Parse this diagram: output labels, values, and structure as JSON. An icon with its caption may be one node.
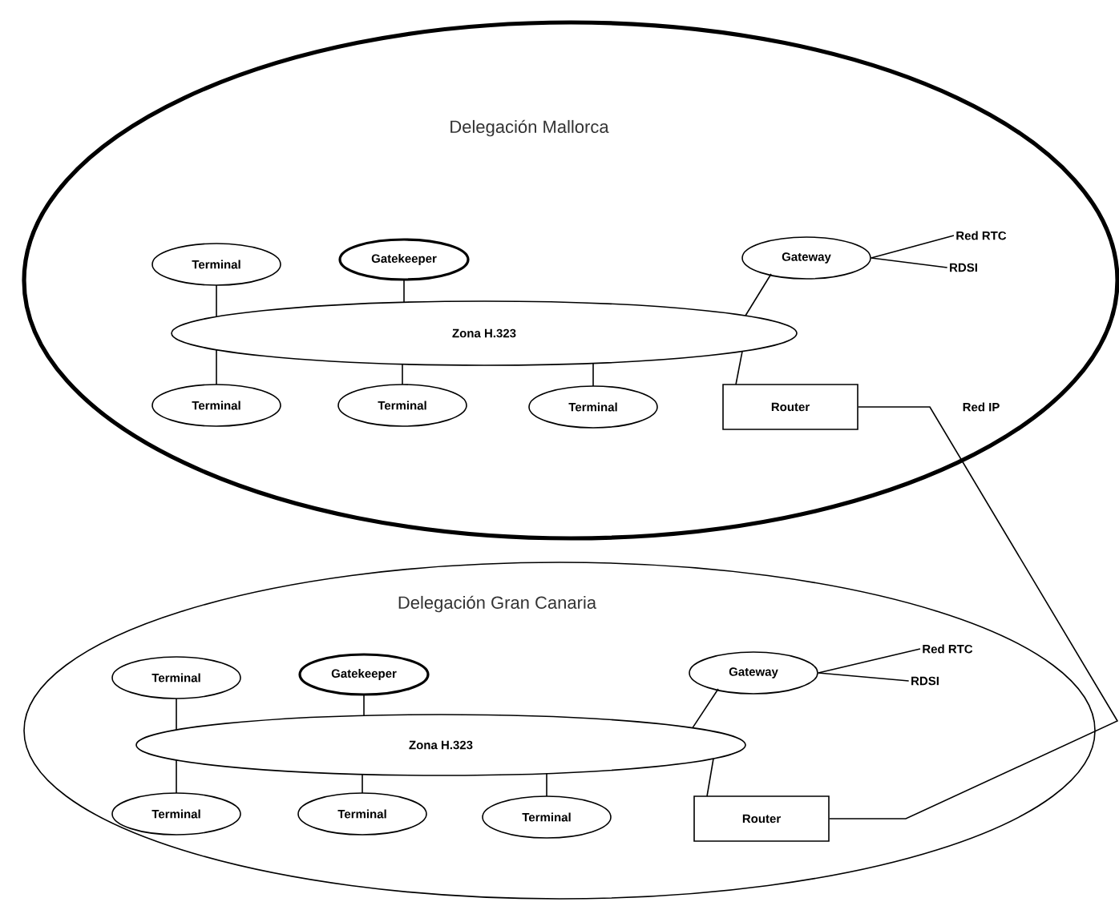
{
  "diagram": {
    "nodes": [
      {
        "text": [
          "Delegación Mallorca"
        ]
      },
      {
        "text": [
          "Terminal"
        ],
        "in": 0
      },
      {
        "text": [
          "Gatekeeper"
        ],
        "in": 0
      },
      {
        "text": [
          "Gateway"
        ],
        "in": 0
      },
      {
        "text": [
          "Red RTC"
        ],
        "in": 0
      },
      {
        "text": [
          "RDSI"
        ],
        "in": 0
      },
      {
        "text": [
          "Zona H.323"
        ],
        "in": 0
      },
      {
        "text": [
          "Terminal"
        ],
        "in": 0
      },
      {
        "text": [
          "Terminal"
        ],
        "in": 0
      },
      {
        "text": [
          "Terminal"
        ],
        "in": 0
      },
      {
        "text": [
          "Router"
        ],
        "in": 0
      },
      {
        "text": [
          "Delegación Gran Canaria"
        ]
      },
      {
        "text": [
          "Terminal"
        ],
        "in": 11
      },
      {
        "text": [
          "Gatekeeper"
        ],
        "in": 11
      },
      {
        "text": [
          "Gateway"
        ],
        "in": 11
      },
      {
        "text": [
          "Red RTC"
        ],
        "in": 11
      },
      {
        "text": [
          "RDSI"
        ],
        "in": 11
      },
      {
        "text": [
          "Zona H.323"
        ],
        "in": 11
      },
      {
        "text": [
          "Terminal"
        ],
        "in": 11
      },
      {
        "text": [
          "Terminal"
        ],
        "in": 11
      },
      {
        "text": [
          "Terminal"
        ],
        "in": 11
      },
      {
        "text": [
          "Router"
        ],
        "in": 11
      }
    ],
    "edges": [
      {
        "from": 1,
        "to": 6,
        "arrow": "none"
      },
      {
        "from": 2,
        "to": 6,
        "arrow": "none"
      },
      {
        "from": 3,
        "to": 6,
        "arrow": "none"
      },
      {
        "from": 3,
        "to": 4,
        "arrow": "none"
      },
      {
        "from": 3,
        "to": 5,
        "arrow": "none"
      },
      {
        "from": 6,
        "to": 7,
        "arrow": "none"
      },
      {
        "from": 6,
        "to": 8,
        "arrow": "none"
      },
      {
        "from": 6,
        "to": 9,
        "arrow": "none"
      },
      {
        "from": 6,
        "to": 10,
        "arrow": "none"
      },
      {
        "from": 12,
        "to": 17,
        "arrow": "none"
      },
      {
        "from": 13,
        "to": 17,
        "arrow": "none"
      },
      {
        "from": 14,
        "to": 17,
        "arrow": "none"
      },
      {
        "from": 14,
        "to": 15,
        "arrow": "none"
      },
      {
        "from": 14,
        "to": 16,
        "arrow": "none"
      },
      {
        "from": 17,
        "to": 18,
        "arrow": "none"
      },
      {
        "from": 17,
        "to": 19,
        "arrow": "none"
      },
      {
        "from": 17,
        "to": 20,
        "arrow": "none"
      },
      {
        "from": 17,
        "to": 21,
        "arrow": "none"
      },
      {
        "from": 10,
        "to": 21,
        "arrow": "none",
        "label": "Red IP"
      }
    ]
  }
}
